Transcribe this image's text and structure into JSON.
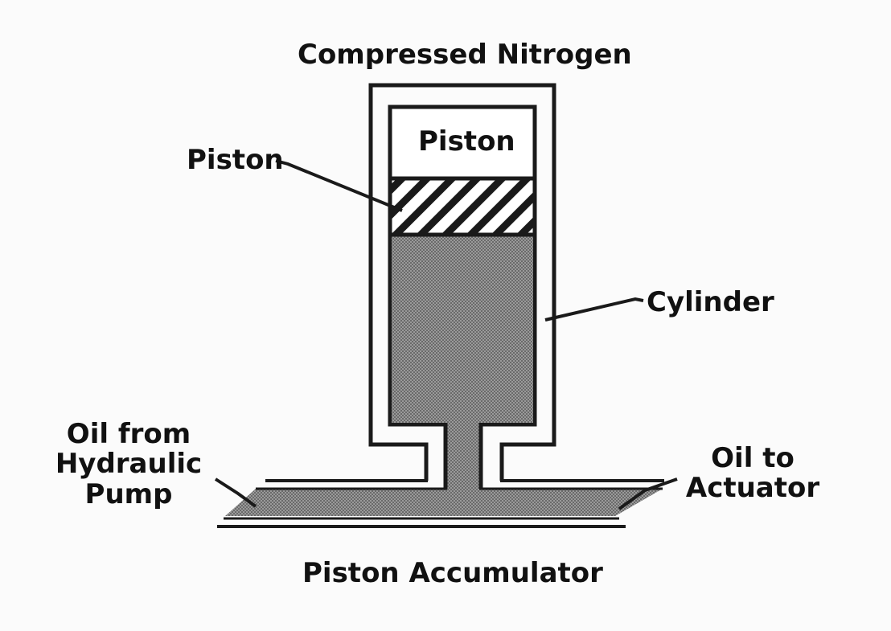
{
  "labels": {
    "top": "Compressed Nitrogen",
    "piston_chamber": "Piston",
    "piston_left": "Piston",
    "cylinder": "Cylinder",
    "oil_from_line1": "Oil from",
    "oil_from_line2": "Hydraulic",
    "oil_from_line3": "Pump",
    "oil_to_line1": "Oil to",
    "oil_to_line2": "Actuator",
    "caption": "Piston Accumulator"
  },
  "colors": {
    "stroke": "#1a1a1a",
    "oil_fill": "#8e8e8e",
    "hatch": "#1a1a1a",
    "background": "#fbfbfb"
  }
}
